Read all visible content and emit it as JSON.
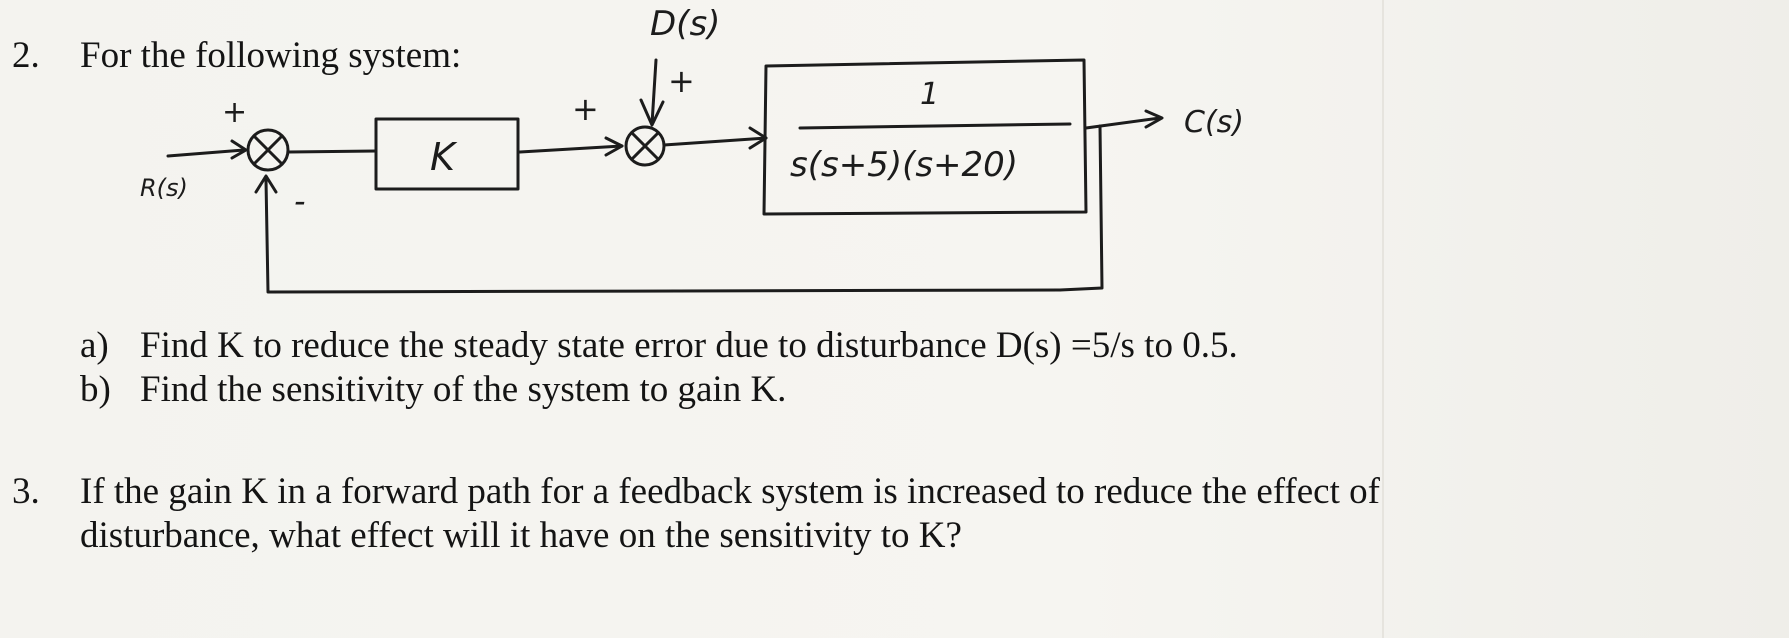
{
  "q2": {
    "number": "2.",
    "text": "For the following system:",
    "diagram": {
      "disturbance_label": "D(s)",
      "disturbance_sign": "+",
      "sum1_plus": "+",
      "sum1_minus": "-",
      "sum2_plus": "+",
      "input_label": "R(s)",
      "gain_label": "K",
      "plant_numerator": "1",
      "plant_denominator": "s(s+5)(s+20)",
      "output_label": "C(s)"
    },
    "parts": [
      {
        "label": "a)",
        "text": "Find K to reduce the steady state error due to disturbance D(s) =5/s  to 0.5."
      },
      {
        "label": "b)",
        "text": "Find the sensitivity of the system to gain K."
      }
    ]
  },
  "q3": {
    "number": "3.",
    "line1": "If the gain K in a forward path for a feedback system is increased to reduce the effect of",
    "line2": "disturbance, what effect will it have on the sensitivity to K?"
  }
}
